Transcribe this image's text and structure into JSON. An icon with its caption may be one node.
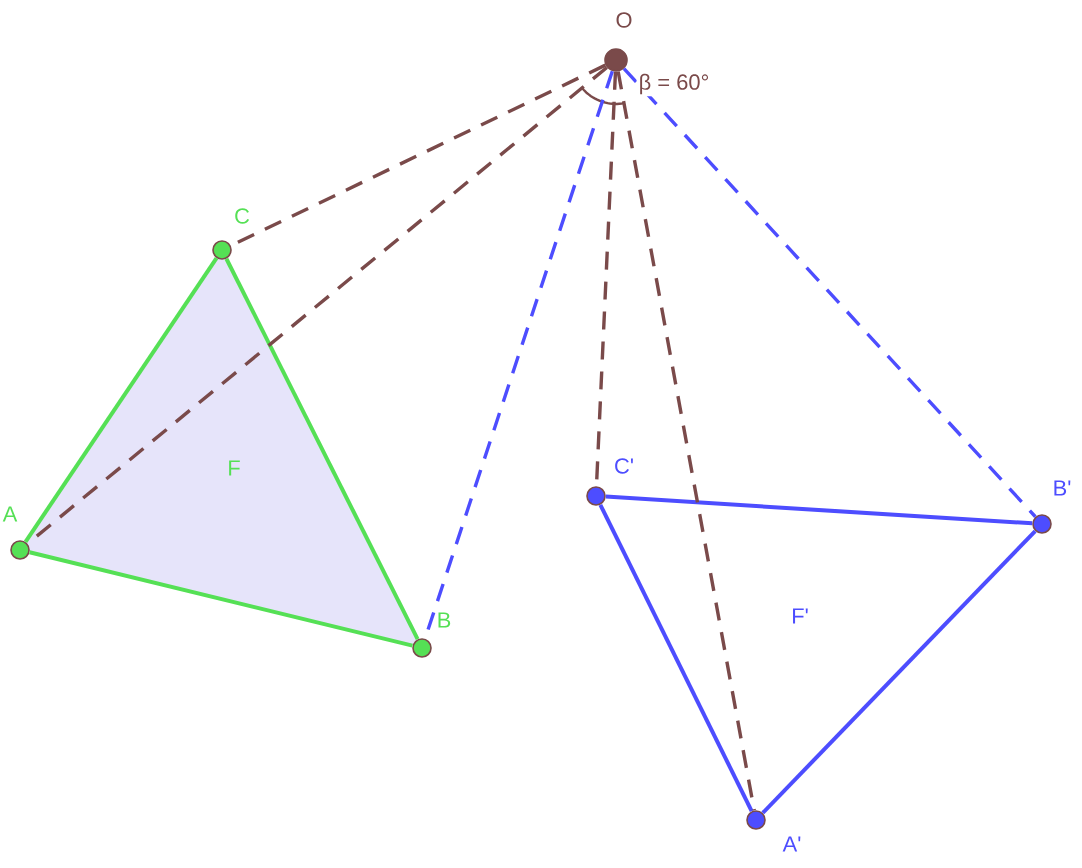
{
  "diagram": {
    "nodes": [
      {
        "text": [],
        "shape": "circle",
        "beside": [
          "O"
        ]
      },
      {
        "text": [],
        "shape": "circle",
        "beside": [
          "A"
        ]
      },
      {
        "text": [],
        "shape": "circle",
        "beside": [
          "B"
        ]
      },
      {
        "text": [],
        "shape": "circle",
        "beside": [
          "C"
        ]
      },
      {
        "text": [],
        "shape": "circle",
        "beside": [
          "A'"
        ]
      },
      {
        "text": [],
        "shape": "circle",
        "beside": [
          "B'"
        ]
      },
      {
        "text": [],
        "shape": "circle",
        "beside": [
          "C'"
        ]
      }
    ],
    "edges": [
      {
        "from": 1,
        "to": 2,
        "arrow": "none",
        "color": "#55e055"
      },
      {
        "from": 2,
        "to": 3,
        "arrow": "none",
        "color": "#55e055"
      },
      {
        "from": 3,
        "to": 1,
        "arrow": "none",
        "color": "#55e055"
      },
      {
        "from": 4,
        "to": 5,
        "arrow": "none",
        "color": "#4d4dff"
      },
      {
        "from": 5,
        "to": 6,
        "arrow": "none",
        "color": "#4d4dff"
      },
      {
        "from": 6,
        "to": 4,
        "arrow": "none",
        "color": "#4d4dff"
      },
      {
        "from": 0,
        "to": 1,
        "arrow": "none",
        "style": "dashed",
        "color": "#7a4a4a"
      },
      {
        "from": 0,
        "to": 3,
        "arrow": "none",
        "style": "dashed",
        "color": "#7a4a4a"
      },
      {
        "from": 0,
        "to": 4,
        "arrow": "none",
        "style": "dashed",
        "color": "#7a4a4a"
      },
      {
        "from": 0,
        "to": 6,
        "arrow": "none",
        "style": "dashed",
        "color": "#7a4a4a"
      },
      {
        "from": 0,
        "to": 2,
        "arrow": "none",
        "style": "dashed",
        "color": "#4d4dff"
      },
      {
        "from": 0,
        "to": 5,
        "arrow": "none",
        "style": "dashed",
        "color": "#4d4dff"
      }
    ],
    "labels": [
      "β = 60°",
      "F",
      "F'"
    ]
  }
}
